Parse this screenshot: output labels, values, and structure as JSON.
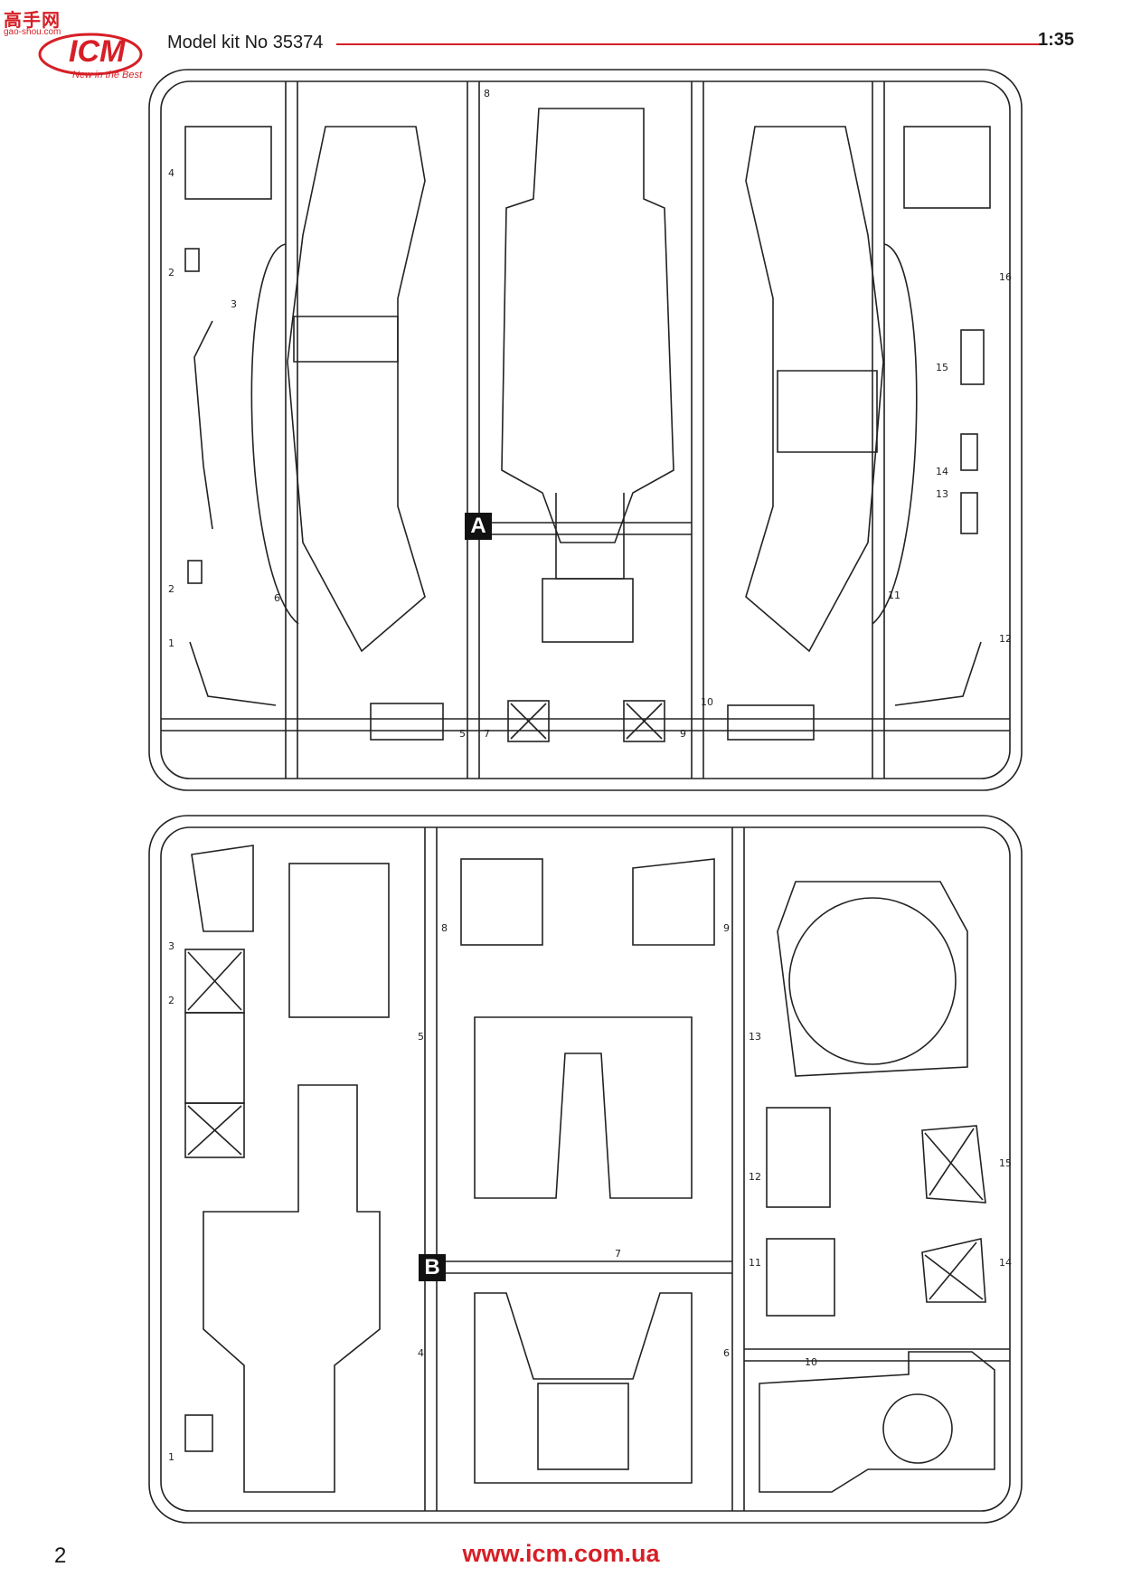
{
  "header": {
    "watermark": "高手网",
    "watermark_sub": "gao-shou.com",
    "logo_text": "ICM",
    "logo_tagline": "New in the Best",
    "title": "Model kit No 35374",
    "scale": "1:35",
    "brand_color": "#d61f26"
  },
  "sprue_a": {
    "label": "A",
    "part_numbers": [
      "1",
      "2",
      "2",
      "3",
      "4",
      "5",
      "6",
      "7",
      "8",
      "9",
      "10",
      "11",
      "12",
      "13",
      "14",
      "15",
      "16"
    ]
  },
  "sprue_b": {
    "label": "B",
    "part_numbers": [
      "1",
      "2",
      "3",
      "4",
      "5",
      "6",
      "7",
      "8",
      "9",
      "10",
      "11",
      "12",
      "13",
      "14",
      "15"
    ]
  },
  "footer": {
    "page_number": "2",
    "url": "www.icm.com.ua"
  }
}
